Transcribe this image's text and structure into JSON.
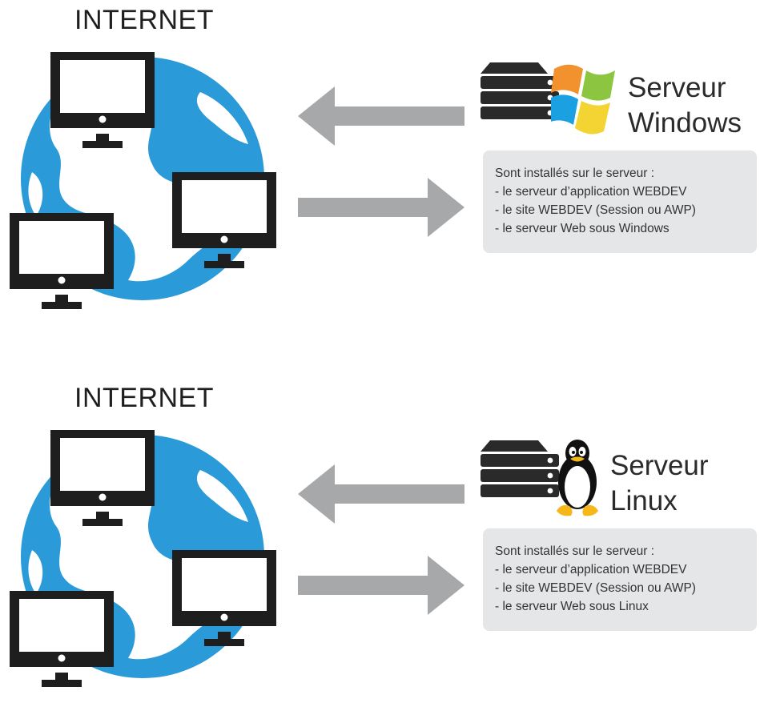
{
  "sections": [
    {
      "internet_label": "INTERNET",
      "server_title_line1": "Serveur",
      "server_title_line2": "Windows",
      "os_logo": "windows-logo",
      "info_heading": "Sont installés sur le serveur :",
      "info_items": [
        "- le serveur d’application WEBDEV",
        "- le site WEBDEV (Session ou AWP)",
        "- le serveur Web sous Windows"
      ]
    },
    {
      "internet_label": "INTERNET",
      "server_title_line1": "Serveur",
      "server_title_line2": "Linux",
      "os_logo": "linux-tux-logo",
      "info_heading": "Sont installés sur le serveur :",
      "info_items": [
        "- le serveur d’application WEBDEV",
        "- le site WEBDEV (Session ou AWP)",
        "- le serveur Web sous Linux"
      ]
    }
  ],
  "colors": {
    "globe_ocean": "#2b9ad8",
    "globe_land": "#ffffff",
    "monitor": "#1e1e1e",
    "arrow": "#a7a8aa",
    "server_body": "#2a2a2a",
    "info_box": "#e5e6e8",
    "windows_orange": "#f2922f",
    "windows_green": "#8cc640",
    "windows_blue": "#1ba1e2",
    "windows_yellow": "#f4d432"
  }
}
